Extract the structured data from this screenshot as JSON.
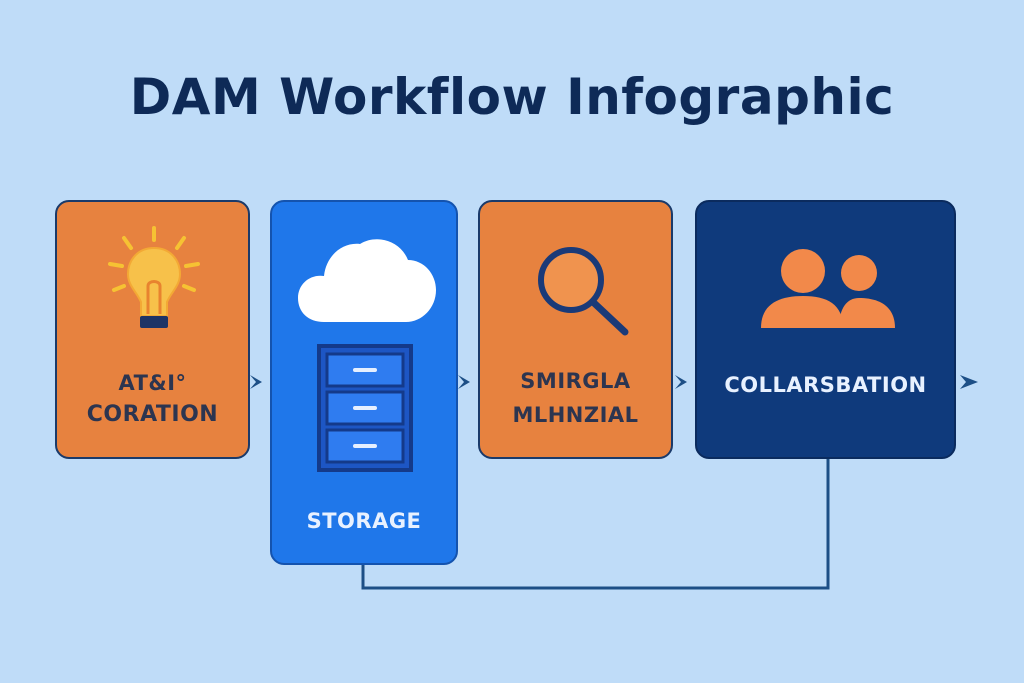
{
  "title": "DAM Workflow Infographic",
  "steps": [
    {
      "label_line1": "AT&I°",
      "label_line2": "CORATION",
      "icon": "lightbulb-icon",
      "color": "#e7823f"
    },
    {
      "label_line1": "STORAGE",
      "icon": "cloud-icon",
      "icon2": "file-cabinet-icon",
      "color": "#1f77ea"
    },
    {
      "label_line1": "SMIRGLA",
      "label_line2": "MLHNZIAL",
      "icon": "magnifier-icon",
      "color": "#e7823f"
    },
    {
      "label_line1": "COLLARSBATION",
      "icon": "people-icon",
      "color": "#0f3a7c"
    }
  ],
  "colors": {
    "background": "#bfdcf8",
    "title": "#0e2a57",
    "connector": "#1d4f86"
  }
}
